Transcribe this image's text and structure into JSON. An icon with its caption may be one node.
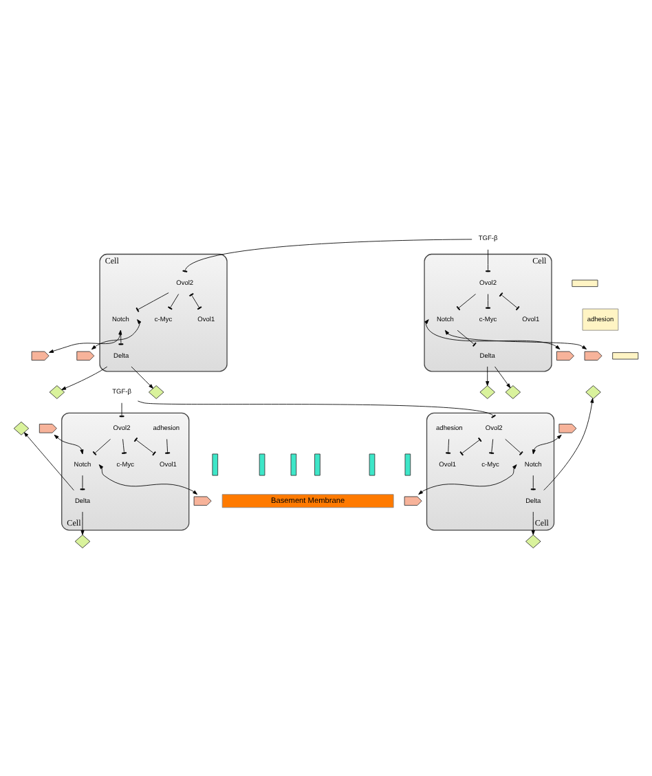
{
  "diagram": {
    "nodes": [
      {
        "text": [
          "Cell"
        ]
      },
      {
        "text": [
          "TGF-β"
        ]
      },
      {
        "text": [
          "Cell"
        ]
      },
      {
        "text": [
          "c-Myc"
        ],
        "in": 0
      },
      {
        "text": [
          "Ovol2"
        ],
        "in": 0
      },
      {
        "text": [
          "Ovol1"
        ],
        "in": 0
      },
      {
        "text": [
          "Notch"
        ],
        "in": 0
      },
      {
        "text": [
          "Delta"
        ],
        "in": 0
      },
      {
        "text": [],
        "shape": "bar"
      },
      {
        "text": [
          "adhesion"
        ]
      },
      {
        "text": [],
        "shape": "bar"
      },
      {
        "text": [
          "Ovol2"
        ],
        "in": 2
      },
      {
        "text": [
          "c-Myc"
        ],
        "in": 2
      },
      {
        "text": [
          "Ovol1"
        ],
        "in": 2
      },
      {
        "text": [
          "Delta"
        ],
        "in": 2
      },
      {
        "text": [
          "Notch"
        ],
        "in": 2
      },
      {
        "text": [],
        "shape": "box"
      },
      {
        "text": [],
        "shape": "diamond"
      },
      {
        "text": [],
        "shape": "diamond"
      },
      {
        "text": [],
        "shape": "box"
      },
      {
        "text": [],
        "shape": "box"
      },
      {
        "text": [],
        "shape": "diamond"
      },
      {
        "text": [],
        "shape": "diamond"
      },
      {
        "text": [],
        "shape": "box"
      },
      {
        "text": [],
        "shape": "box"
      },
      {
        "text": [],
        "shape": "diamond"
      },
      {
        "text": [],
        "shape": "diamond"
      },
      {
        "text": [],
        "shape": "box"
      },
      {
        "text": [],
        "shape": "box"
      },
      {
        "text": [],
        "shape": "diamond"
      },
      {
        "text": [],
        "shape": "diamond"
      },
      {
        "text": [],
        "shape": "box"
      },
      {
        "text": [
          "Cell"
        ]
      },
      {
        "text": [
          "Notch"
        ],
        "in": 32
      },
      {
        "text": [
          "c-Myc"
        ],
        "in": 32
      },
      {
        "text": [
          "Delta"
        ],
        "in": 32
      },
      {
        "text": [
          "Ovol2"
        ],
        "in": 32
      },
      {
        "text": [
          "Ovol1"
        ],
        "in": 32
      },
      {
        "text": [
          "adhesion"
        ],
        "in": 32
      },
      {
        "text": [
          "TGF-β"
        ]
      },
      {
        "text": [
          "Cell"
        ]
      },
      {
        "text": [
          "Delta"
        ],
        "in": 40
      },
      {
        "text": [
          "Notch"
        ],
        "in": 40
      },
      {
        "text": [
          "c-Myc"
        ],
        "in": 40
      },
      {
        "text": [
          "Ovol2"
        ],
        "in": 40
      },
      {
        "text": [
          "Ovol1"
        ],
        "in": 40
      },
      {
        "text": [
          "adhesion"
        ],
        "in": 40
      },
      {
        "text": [],
        "shape": "bar"
      },
      {
        "text": [],
        "shape": "bar"
      },
      {
        "text": [],
        "shape": "bar"
      },
      {
        "text": [],
        "shape": "bar"
      },
      {
        "text": [],
        "shape": "bar"
      },
      {
        "text": [],
        "shape": "bar"
      },
      {
        "text": [
          "Basement Membrane"
        ]
      }
    ],
    "edges": [
      {
        "from": 1,
        "to": 4,
        "arrow": "other"
      },
      {
        "from": 4,
        "to": 3,
        "arrow": "other"
      },
      {
        "from": 4,
        "to": 5,
        "arrow": "other"
      },
      {
        "from": 4,
        "to": 6,
        "arrow": "other"
      },
      {
        "from": 6,
        "to": 16,
        "arrow": "both"
      },
      {
        "from": 6,
        "to": 7,
        "arrow": "other"
      },
      {
        "from": 7,
        "to": 18,
        "arrow": "to"
      },
      {
        "from": 7,
        "to": 21,
        "arrow": "to"
      },
      {
        "from": 6,
        "to": 20,
        "arrow": "both"
      },
      {
        "from": 1,
        "to": 11,
        "arrow": "other"
      },
      {
        "from": 11,
        "to": 12,
        "arrow": "other"
      },
      {
        "from": 11,
        "to": 13,
        "arrow": "other"
      },
      {
        "from": 11,
        "to": 15,
        "arrow": "other"
      },
      {
        "from": 15,
        "to": 14,
        "arrow": "other"
      },
      {
        "from": 14,
        "to": 17,
        "arrow": "to"
      },
      {
        "from": 15,
        "to": 19,
        "arrow": "both"
      },
      {
        "from": 15,
        "to": 24,
        "arrow": "both"
      },
      {
        "from": 14,
        "to": 25,
        "arrow": "to"
      },
      {
        "from": 33,
        "to": 23,
        "arrow": "both"
      },
      {
        "from": 33,
        "to": 28,
        "arrow": "both"
      },
      {
        "from": 35,
        "to": 22,
        "arrow": "to"
      },
      {
        "from": 35,
        "to": 30,
        "arrow": "to"
      },
      {
        "from": 33,
        "to": 35,
        "arrow": "other"
      },
      {
        "from": 36,
        "to": 34,
        "arrow": "other"
      },
      {
        "from": 36,
        "to": 33,
        "arrow": "other"
      },
      {
        "from": 39,
        "to": 36,
        "arrow": "other"
      },
      {
        "from": 36,
        "to": 37,
        "arrow": "other"
      },
      {
        "from": 38,
        "to": 37,
        "arrow": "other"
      },
      {
        "from": 41,
        "to": 29,
        "arrow": "to"
      },
      {
        "from": 41,
        "to": 26,
        "arrow": "to"
      },
      {
        "from": 42,
        "to": 31,
        "arrow": "both"
      },
      {
        "from": 42,
        "to": 27,
        "arrow": "both"
      },
      {
        "from": 42,
        "to": 41,
        "arrow": "other"
      },
      {
        "from": 44,
        "to": 42,
        "arrow": "other"
      },
      {
        "from": 44,
        "to": 43,
        "arrow": "other"
      },
      {
        "from": 39,
        "to": 44,
        "arrow": "other"
      },
      {
        "from": 44,
        "to": 45,
        "arrow": "other"
      },
      {
        "from": 46,
        "to": 45,
        "arrow": "other"
      }
    ]
  }
}
